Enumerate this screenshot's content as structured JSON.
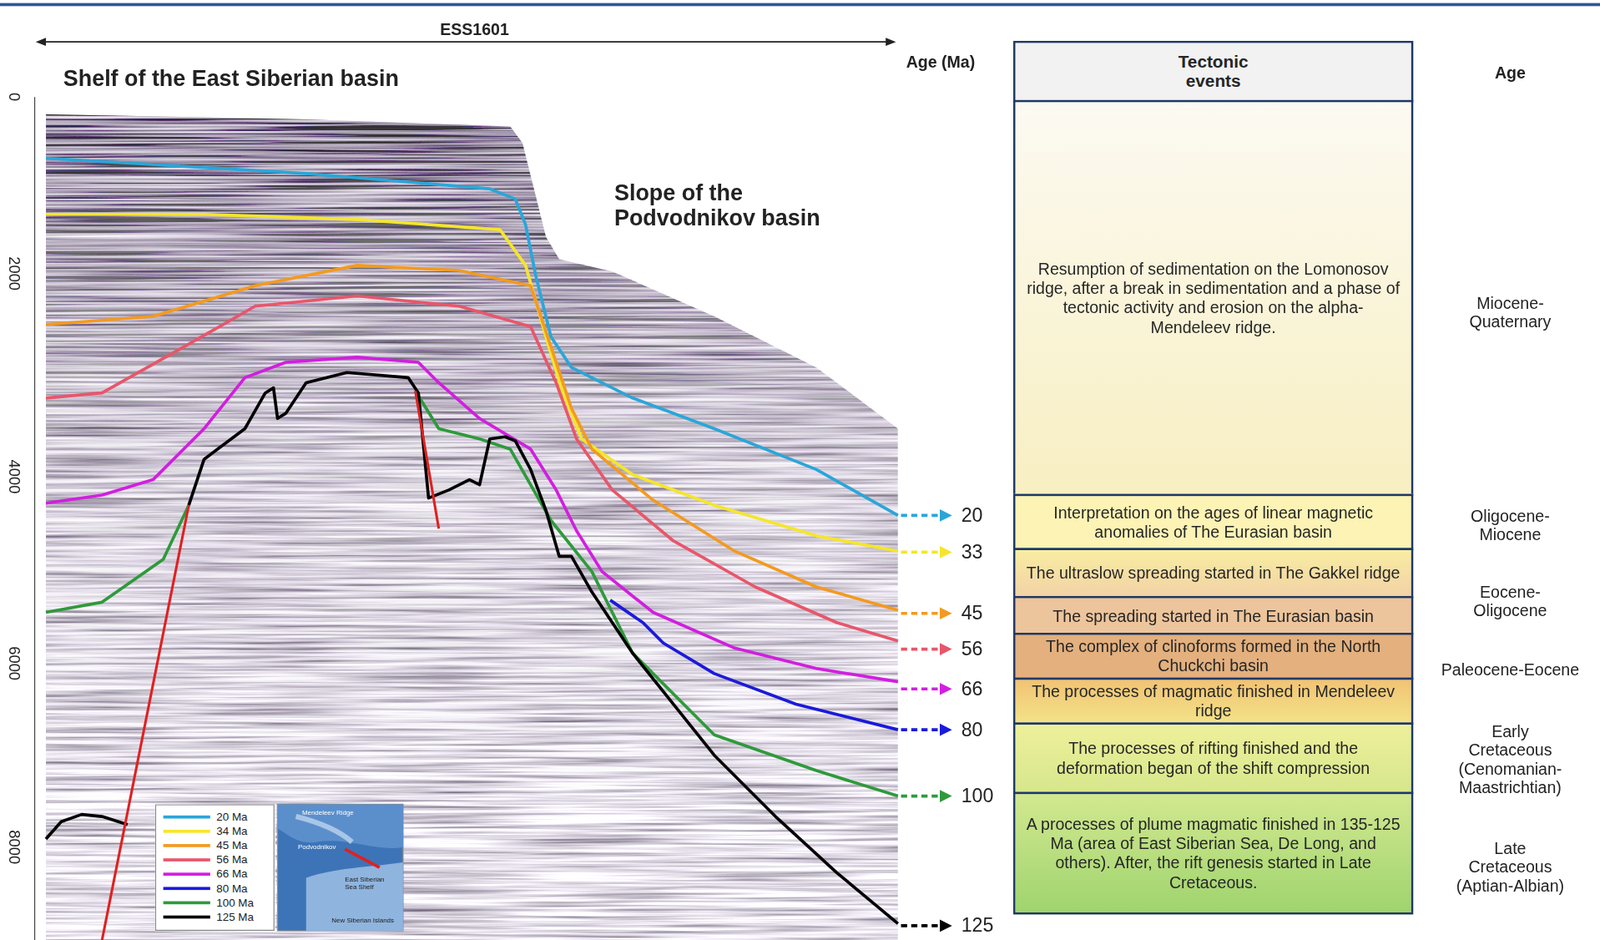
{
  "diagram": {
    "nodes": [
      {
        "text": [
          "Tectonic events"
        ]
      },
      {
        "text": [
          "Resumption of sedimentation on the Lomonosov ridge, after a break in sedimentation and a phase of tectonic activity and erosion on the alpha-Mendeleev ridge."
        ]
      },
      {
        "text": [
          "Interpretation on the ages of linear magnetic anomalies of The Eurasian basin"
        ]
      },
      {
        "text": [
          "The ultraslow spreading started in The Gakkel ridge"
        ]
      },
      {
        "text": [
          "The spreading started in The Eurasian basin"
        ]
      },
      {
        "text": [
          "The complex of clinoforms formed in the North Chuckchi basin"
        ]
      },
      {
        "text": [
          "The processes of magmatic finished in Mendeleev ridge"
        ]
      },
      {
        "text": [
          "The processes of rifting finished and the deformation began of the shift compression"
        ]
      },
      {
        "text": [
          "A processes of plume magmatic finished in 135-125 Ma (area of East Siberian Sea, De Long, and others). After, the rift genesis started in Late Cretaceous."
        ]
      }
    ],
    "labels": [
      "ESS1601",
      "Shelf of the East Siberian basin",
      "Slope of the Podvodnikov basin",
      "Age (Ma)",
      "Age",
      "0",
      "2000",
      "4000",
      "6000",
      "8000",
      "20",
      "33",
      "45",
      "56",
      "66",
      "80",
      "100",
      "125",
      "Miocene-Quaternary",
      "Oligocene-Miocene",
      "Eocene-Oligocene",
      "Paleocene-Eocene",
      "Early Cretaceous (Cenomanian-Maastrichtian)",
      "Late Cretaceous (Aptian-Albian)",
      "Mendeleev Ridge",
      "Podvodnikov",
      "East Siberian Sea Shelf",
      "New Siberian Islands"
    ],
    "legend": [
      {
        "text": "20 Ma",
        "color": "#2aa6d8"
      },
      {
        "text": "34 Ma",
        "color": "#f5e62a"
      },
      {
        "text": "45 Ma",
        "color": "#f39a1f"
      },
      {
        "text": "56 Ma",
        "color": "#e8566a"
      },
      {
        "text": "66 Ma",
        "color": "#d21ee0"
      },
      {
        "text": "80 Ma",
        "color": "#1a1adc"
      },
      {
        "text": "100 Ma",
        "color": "#2e9a3a"
      },
      {
        "text": "125 Ma",
        "color": "#000000"
      }
    ]
  }
}
